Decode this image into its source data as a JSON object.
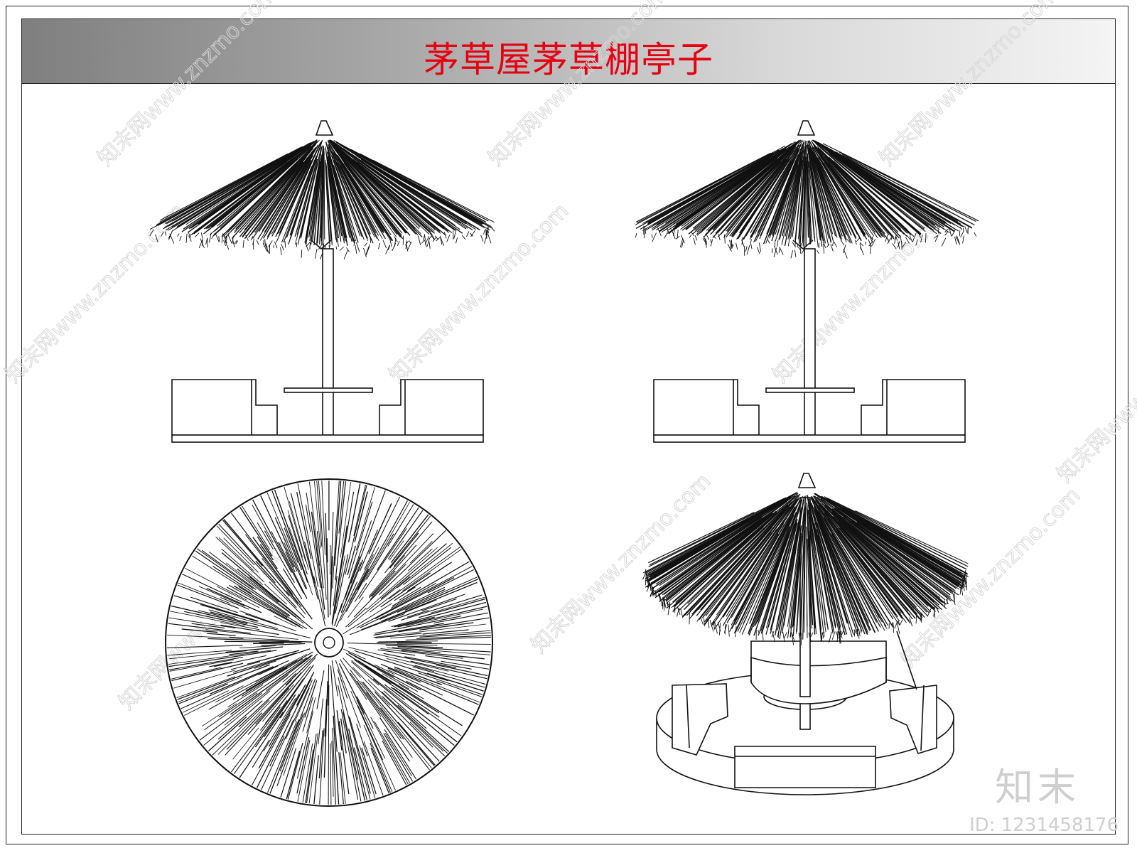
{
  "title": "茅草屋茅草棚亭子",
  "watermark": {
    "site": "知末网www.znzmo.com",
    "brand": "知末",
    "id": "ID: 1231458176"
  },
  "views": [
    {
      "name": "front-elevation"
    },
    {
      "name": "side-elevation"
    },
    {
      "name": "roof-plan"
    },
    {
      "name": "perspective"
    }
  ],
  "colors": {
    "title": "#e60012",
    "line": "#111111",
    "watermark": "#cfcfcf"
  }
}
